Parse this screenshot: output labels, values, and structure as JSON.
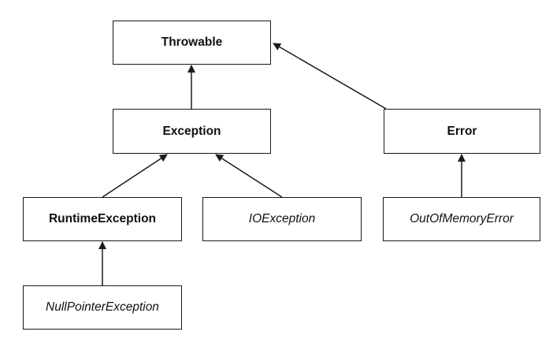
{
  "nodes": {
    "throwable": {
      "label": "Throwable",
      "style": "bold"
    },
    "exception": {
      "label": "Exception",
      "style": "bold"
    },
    "error": {
      "label": "Error",
      "style": "bold"
    },
    "runtime_exception": {
      "label": "RuntimeException",
      "style": "bold"
    },
    "io_exception": {
      "label": "IOException",
      "style": "italic"
    },
    "out_of_memory_error": {
      "label": "OutOfMemoryError",
      "style": "italic"
    },
    "null_pointer_exception": {
      "label": "NullPointerException",
      "style": "italic"
    }
  },
  "edges": [
    {
      "from": "exception",
      "to": "throwable"
    },
    {
      "from": "error",
      "to": "throwable"
    },
    {
      "from": "runtime_exception",
      "to": "exception"
    },
    {
      "from": "io_exception",
      "to": "exception"
    },
    {
      "from": "out_of_memory_error",
      "to": "error"
    },
    {
      "from": "null_pointer_exception",
      "to": "runtime_exception"
    }
  ],
  "colors": {
    "stroke": "#1a1a1a",
    "text": "#111111",
    "background": "#ffffff"
  }
}
